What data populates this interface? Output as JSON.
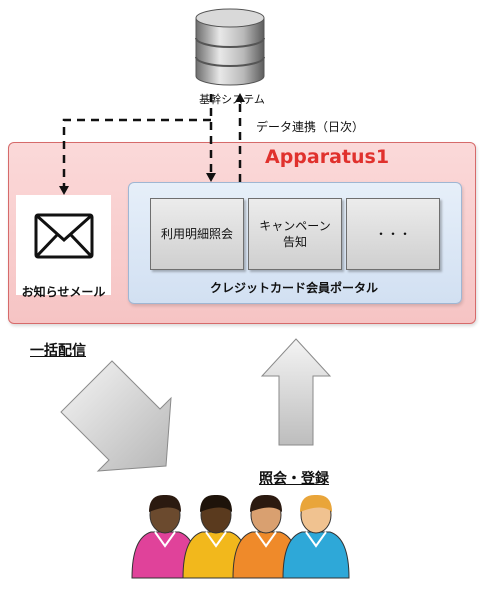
{
  "diagram": {
    "database": {
      "label": "基幹システム",
      "icon": "database-icon"
    },
    "sync_label": "データ連携（日次）",
    "apparatus": {
      "title": "Apparatus1"
    },
    "mail": {
      "label": "お知らせメール",
      "icon": "envelope-icon"
    },
    "portal": {
      "label": "クレジットカード会員ポータル",
      "functions": [
        "利用明細照会",
        "キャンペーン\n告知",
        "・・・"
      ]
    },
    "broadcast_label": "一括配信",
    "inquiry_label": "照会・登録",
    "users": {
      "icon": "users-group-icon",
      "count": 4
    }
  },
  "colors": {
    "apparatus_title": "#e0312d",
    "apparatus_fill": "#f6c4c4",
    "portal_fill": "#d2e0f2",
    "user_shirts": [
      "#e0429a",
      "#f2b81c",
      "#ef8a2a",
      "#2ea8d8"
    ],
    "user_skin": [
      "#6b4a2e",
      "#5a3a1e",
      "#d9a070",
      "#f0c290"
    ],
    "user_hair": [
      "#2b1a10",
      "#1e130a",
      "#2b1a10",
      "#e9a53a"
    ]
  }
}
